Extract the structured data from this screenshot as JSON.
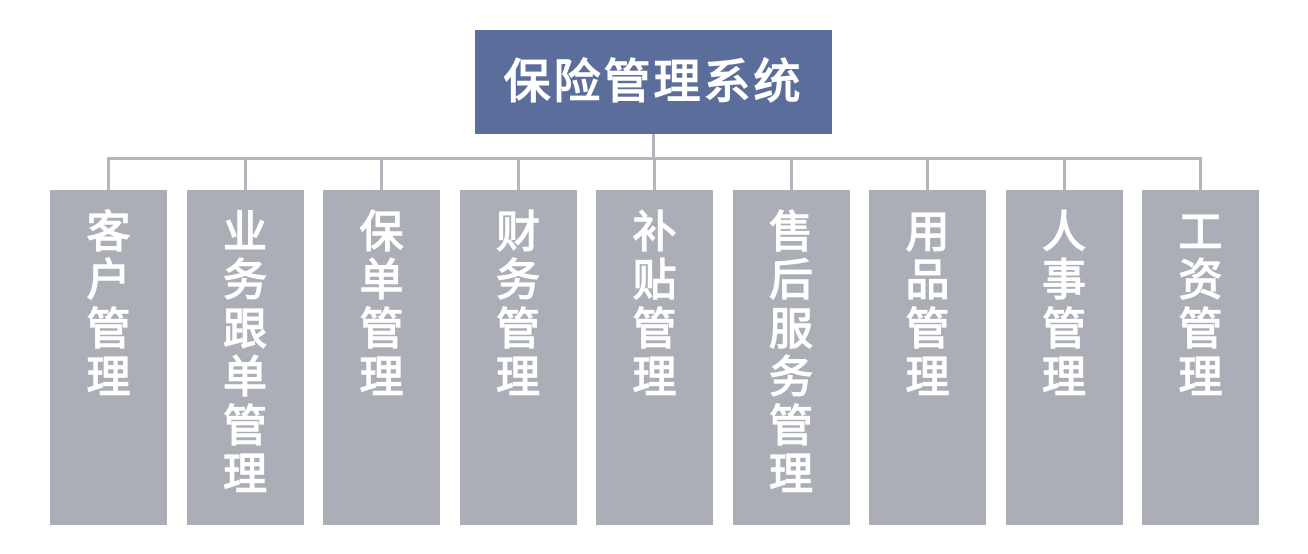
{
  "diagram": {
    "type": "organizational-hierarchy",
    "title": "保险管理系统",
    "orientation": "top-down",
    "colors": {
      "root_fill": "#5b6d9b",
      "root_text": "#ffffff",
      "node_fill": "#abadb7",
      "node_text": "#ffffff",
      "connector": "#b4b6bd",
      "background": "#ffffff"
    },
    "root": {
      "label": "保险管理系统",
      "text_orientation": "horizontal"
    },
    "modules": [
      {
        "label": "客户管理",
        "chars": [
          "客",
          "户",
          "管",
          "理"
        ]
      },
      {
        "label": "业务跟单管理",
        "chars": [
          "业",
          "务",
          "跟",
          "单",
          "管",
          "理"
        ]
      },
      {
        "label": "保单管理",
        "chars": [
          "保",
          "单",
          "管",
          "理"
        ]
      },
      {
        "label": "财务管理",
        "chars": [
          "财",
          "务",
          "管",
          "理"
        ]
      },
      {
        "label": "补贴管理",
        "chars": [
          "补",
          "贴",
          "管",
          "理"
        ]
      },
      {
        "label": "售后服务管理",
        "chars": [
          "售",
          "后",
          "服",
          "务",
          "管",
          "理"
        ]
      },
      {
        "label": "用品管理",
        "chars": [
          "用",
          "品",
          "管",
          "理"
        ]
      },
      {
        "label": "人事管理",
        "chars": [
          "人",
          "事",
          "管",
          "理"
        ]
      },
      {
        "label": "工资管理",
        "chars": [
          "工",
          "资",
          "管",
          "理"
        ]
      }
    ]
  }
}
